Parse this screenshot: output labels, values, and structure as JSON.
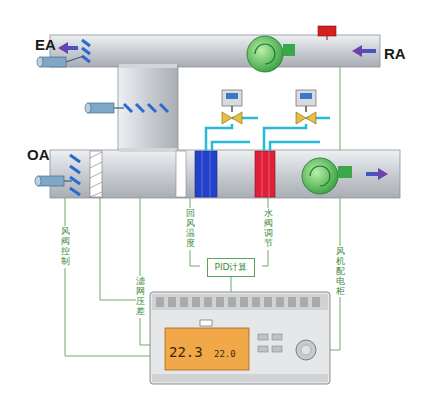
{
  "diagram": {
    "nodes": [
      {
        "text": [
          "PID计算"
        ]
      },
      {
        "text": [
          "22.3",
          "22.0"
        ]
      }
    ],
    "edges": [
      {
        "from": 0,
        "to": 1,
        "arrow": "none"
      }
    ],
    "labels": [
      "EA",
      "OA",
      "RA",
      "风阀控制",
      "回风温度",
      "水阀调节",
      "滤网压差",
      "风机配电柜"
    ]
  }
}
